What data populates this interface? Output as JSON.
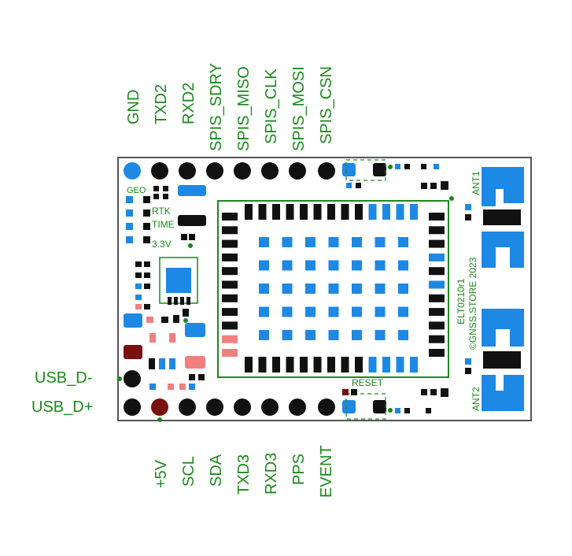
{
  "board": {
    "name": "ELT0210r1",
    "copyright": "©GNSS.STORE 2023",
    "colors": {
      "silkscreen": "#1a8a1a",
      "copper_blue": "#1e88e5",
      "pad_black": "#111111",
      "pad_red": "#7a0f0f",
      "pad_pink": "#f08080",
      "outline": "#555555"
    }
  },
  "pins_top": [
    "GND",
    "TXD2",
    "RXD2",
    "SPIS_SDRY",
    "SPIS_MISO",
    "SPIS_CLK",
    "SPIS_MOSI",
    "SPIS_CSN"
  ],
  "pins_bottom": [
    "+5V",
    "SCL",
    "SDA",
    "TXD3",
    "RXD3",
    "PPS",
    "EVENT"
  ],
  "pins_left": [
    "USB_D-",
    "USB_D+"
  ],
  "silk_labels": {
    "geo": "GEO",
    "rtk": "RTK",
    "time": "TIME",
    "v33": "3.3V",
    "reset": "RESET",
    "ant1": "ANT1",
    "ant2": "ANT2"
  }
}
